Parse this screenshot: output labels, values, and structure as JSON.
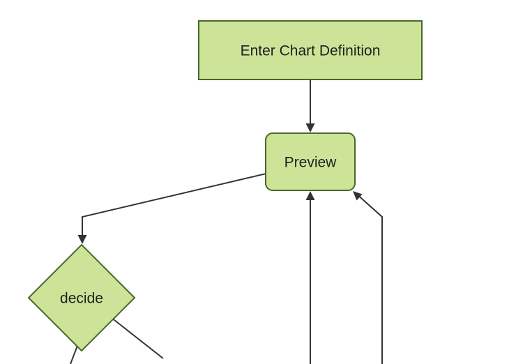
{
  "diagram": {
    "type": "flowchart",
    "direction": "top-down",
    "nodes": [
      {
        "id": "enter-chart-definition",
        "label": "Enter Chart Definition",
        "shape": "rectangle"
      },
      {
        "id": "preview",
        "label": "Preview",
        "shape": "rounded-rectangle"
      },
      {
        "id": "decide",
        "label": "decide",
        "shape": "diamond"
      }
    ],
    "edges": [
      {
        "from": "enter-chart-definition",
        "to": "preview",
        "arrow": "down"
      },
      {
        "from": "preview",
        "to": "decide",
        "arrow": "down"
      },
      {
        "from": "offscreen-bottom-center",
        "to": "preview",
        "arrow": "up"
      },
      {
        "from": "offscreen-bottom-right",
        "to": "preview",
        "arrow": "up"
      },
      {
        "from": "decide",
        "to": "offscreen-bottom-left",
        "arrow": "none-visible"
      },
      {
        "from": "decide",
        "to": "offscreen-bottom-right",
        "arrow": "none-visible"
      }
    ]
  },
  "colors": {
    "background": "#ffffff",
    "node_fill": "#cde498",
    "node_stroke": "#47682d",
    "edge_color": "#333333",
    "text_color": "#1f1f1f"
  }
}
